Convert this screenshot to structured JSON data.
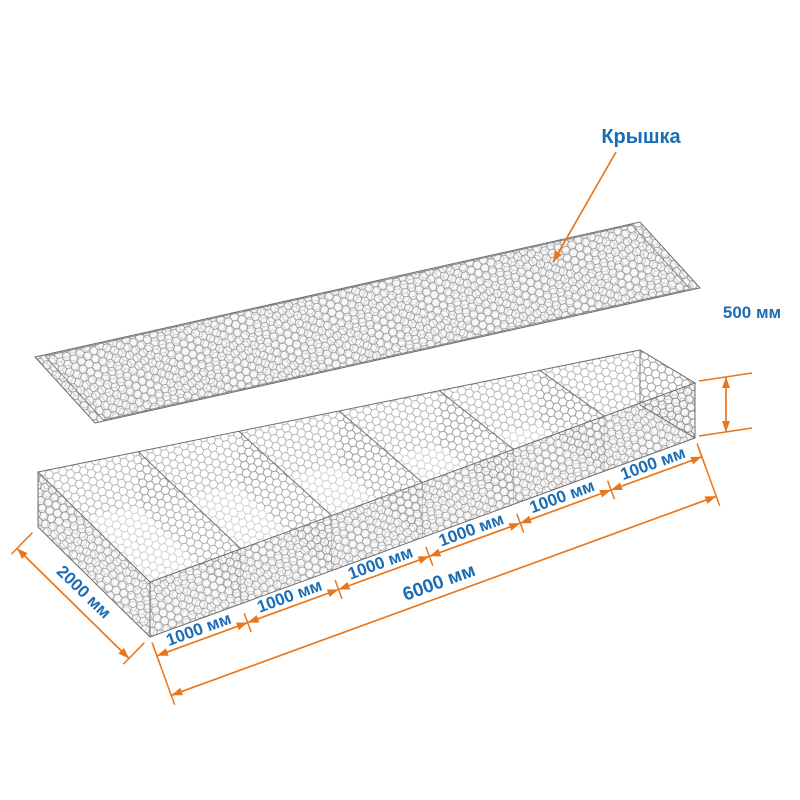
{
  "colors": {
    "dimension_accent": "#ea761b",
    "label_text": "#1a6cb5",
    "mesh_wire": "#8a8a8a"
  },
  "callout": {
    "lid": "Крышка"
  },
  "dimensions": {
    "height": "500 мм",
    "depth": "2000 мм",
    "total_length": "6000 мм",
    "cell_labels": [
      "1000 мм",
      "1000 мм",
      "1000 мм",
      "1000 мм",
      "1000 мм",
      "1000 мм"
    ]
  }
}
